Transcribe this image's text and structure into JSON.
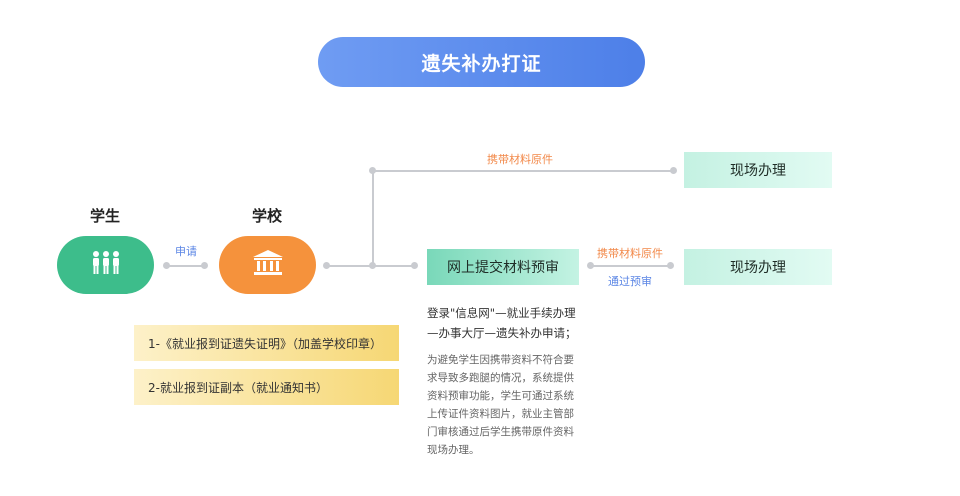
{
  "title": "遗失补办打证",
  "actors": {
    "student": {
      "label": "学生",
      "icon": "people-icon"
    },
    "school": {
      "label": "学校",
      "icon": "bank-icon"
    }
  },
  "edge_apply": "申请",
  "edge_bring_top": "携带材料原件",
  "edge_bring_mid": "携带材料原件",
  "edge_pass": "通过预审",
  "boxes": {
    "onsite_top": "现场办理",
    "online": "网上提交材料预审",
    "onsite_right": "现场办理"
  },
  "requirements": [
    "1-《就业报到证遗失证明》（加盖学校印章）",
    "2-就业报到证副本（就业通知书）"
  ],
  "desc_lines": [
    "登录\"信息网\"—就业手续办理",
    "—办事大厅—遗失补办申请；"
  ],
  "desc_sub_lines": [
    "为避免学生因携带资料不符合要",
    "求导致多跑腿的情况，系统提供",
    "资料预审功能，学生可通过系统",
    "上传证件资料图片，就业主管部",
    "门审核通过后学生携带原件资料",
    "现场办理。"
  ],
  "colors": {
    "title": "#4d7fe8",
    "student": "#3dbd8b",
    "school": "#f5923c",
    "connector": "#c9cbd0",
    "label_orange": "#f2894a",
    "label_blue": "#5b86e5"
  }
}
